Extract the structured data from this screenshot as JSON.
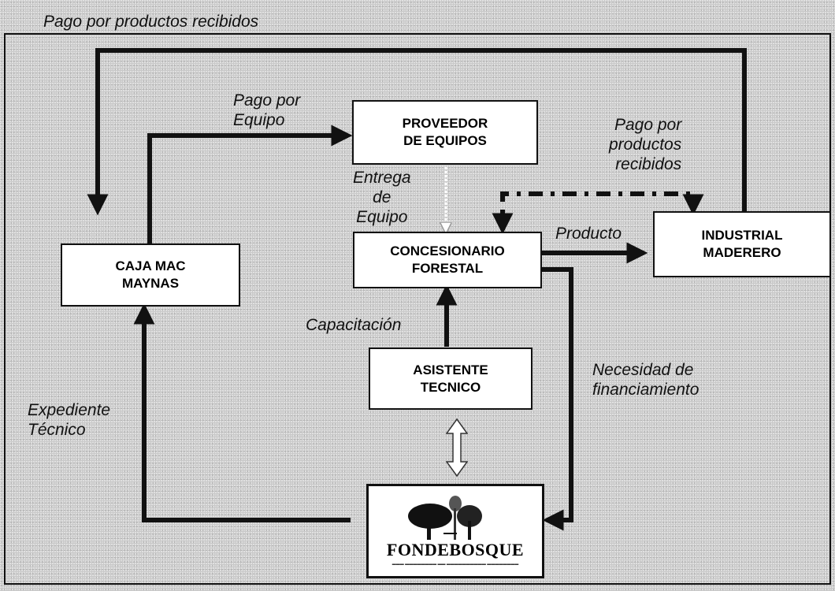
{
  "nodes": {
    "proveedor": "PROVEEDOR\nDE EQUIPOS",
    "caja": "CAJA MAC\nMAYNAS",
    "concesionario": "CONCESIONARIO\nFORESTAL",
    "industrial": "INDUSTRIAL\nMADERERO",
    "asistente": "ASISTENTE\nTECNICO",
    "fondebosque": "FONDEBOSQUE"
  },
  "labels": {
    "pago_productos_top": "Pago por productos recibidos",
    "pago_equipo": "Pago por\nEquipo",
    "pago_productos_right": "Pago por\nproductos\nrecibidos",
    "entrega_equipo": "Entrega\nde\nEquipo",
    "producto": "Producto",
    "capacitacion": "Capacitación",
    "necesidad": "Necesidad de\nfinanciamiento",
    "expediente": "Expediente\nTécnico"
  }
}
